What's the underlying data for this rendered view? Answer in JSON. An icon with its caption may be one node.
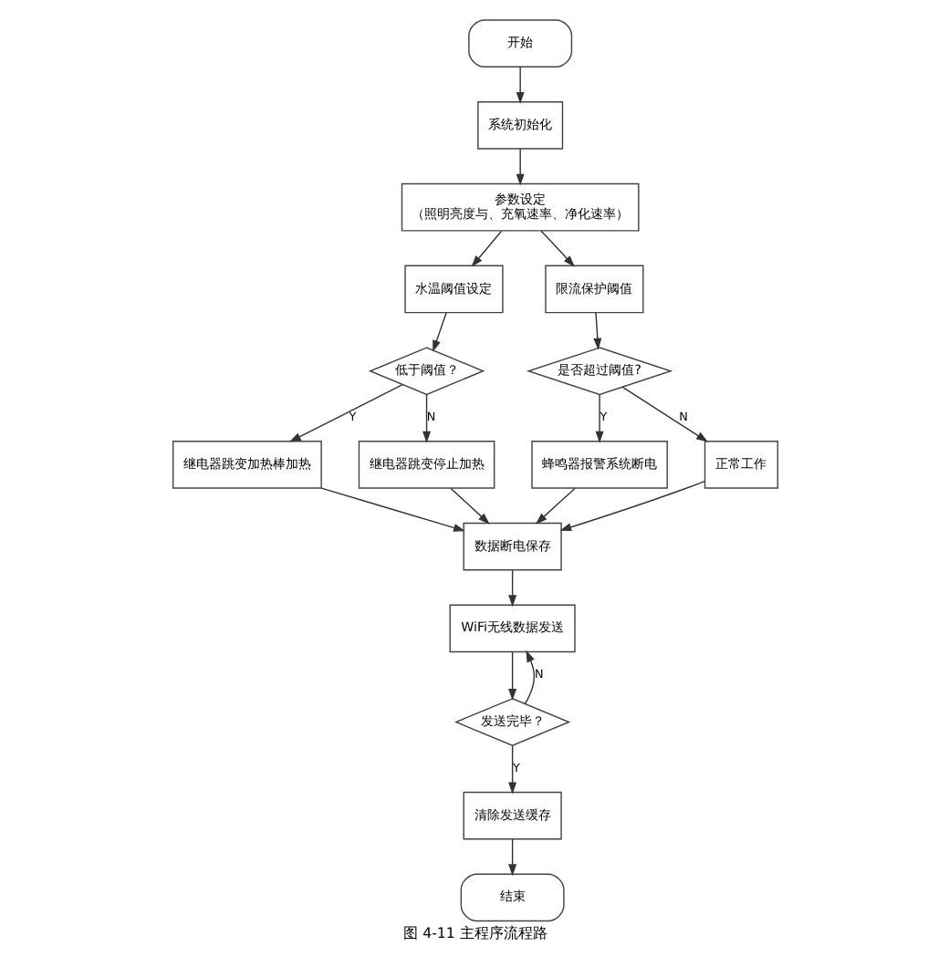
{
  "diagram": {
    "caption": "图 4-11 主程序流程路",
    "nodes": [
      {
        "text": [
          "开始"
        ]
      },
      {
        "text": [
          "系统初始化"
        ]
      },
      {
        "text": [
          "参数设定",
          "（照明亮度与、充氧速率、净化速率）"
        ]
      },
      {
        "text": [
          "水温阈值设定"
        ]
      },
      {
        "text": [
          "限流保护阈值"
        ]
      },
      {
        "text": [
          "低于阈值？"
        ]
      },
      {
        "text": [
          "是否超过阈值?"
        ]
      },
      {
        "text": [
          "继电器跳变加热棒加热"
        ]
      },
      {
        "text": [
          "继电器跳变停止加热"
        ]
      },
      {
        "text": [
          "蜂鸣器报警系统断电"
        ]
      },
      {
        "text": [
          "正常工作"
        ]
      },
      {
        "text": [
          "数据断电保存"
        ]
      },
      {
        "text": [
          "WiFi无线数据发送"
        ]
      },
      {
        "text": [
          "发送完毕？"
        ]
      },
      {
        "text": [
          "清除发送缓存"
        ]
      },
      {
        "text": [
          "结束"
        ]
      }
    ],
    "edges": [
      {
        "from": 0,
        "to": 1,
        "arrow": "to"
      },
      {
        "from": 1,
        "to": 2,
        "arrow": "to"
      },
      {
        "from": 2,
        "to": 3,
        "arrow": "to"
      },
      {
        "from": 2,
        "to": 4,
        "arrow": "to"
      },
      {
        "from": 3,
        "to": 5,
        "arrow": "to"
      },
      {
        "from": 4,
        "to": 6,
        "arrow": "to"
      },
      {
        "from": 5,
        "to": 7,
        "arrow": "to",
        "label": "Y"
      },
      {
        "from": 5,
        "to": 8,
        "arrow": "to",
        "label": "N"
      },
      {
        "from": 6,
        "to": 9,
        "arrow": "to",
        "label": "Y"
      },
      {
        "from": 6,
        "to": 10,
        "arrow": "to",
        "label": "N"
      },
      {
        "from": 7,
        "to": 11,
        "arrow": "to"
      },
      {
        "from": 8,
        "to": 11,
        "arrow": "to"
      },
      {
        "from": 9,
        "to": 11,
        "arrow": "to"
      },
      {
        "from": 10,
        "to": 11,
        "arrow": "to"
      },
      {
        "from": 11,
        "to": 12,
        "arrow": "to"
      },
      {
        "from": 12,
        "to": 13,
        "arrow": "to"
      },
      {
        "from": 13,
        "to": 12,
        "arrow": "to",
        "label": "N"
      },
      {
        "from": 13,
        "to": 14,
        "arrow": "to",
        "label": "Y"
      },
      {
        "from": 14,
        "to": 15,
        "arrow": "to"
      }
    ]
  }
}
